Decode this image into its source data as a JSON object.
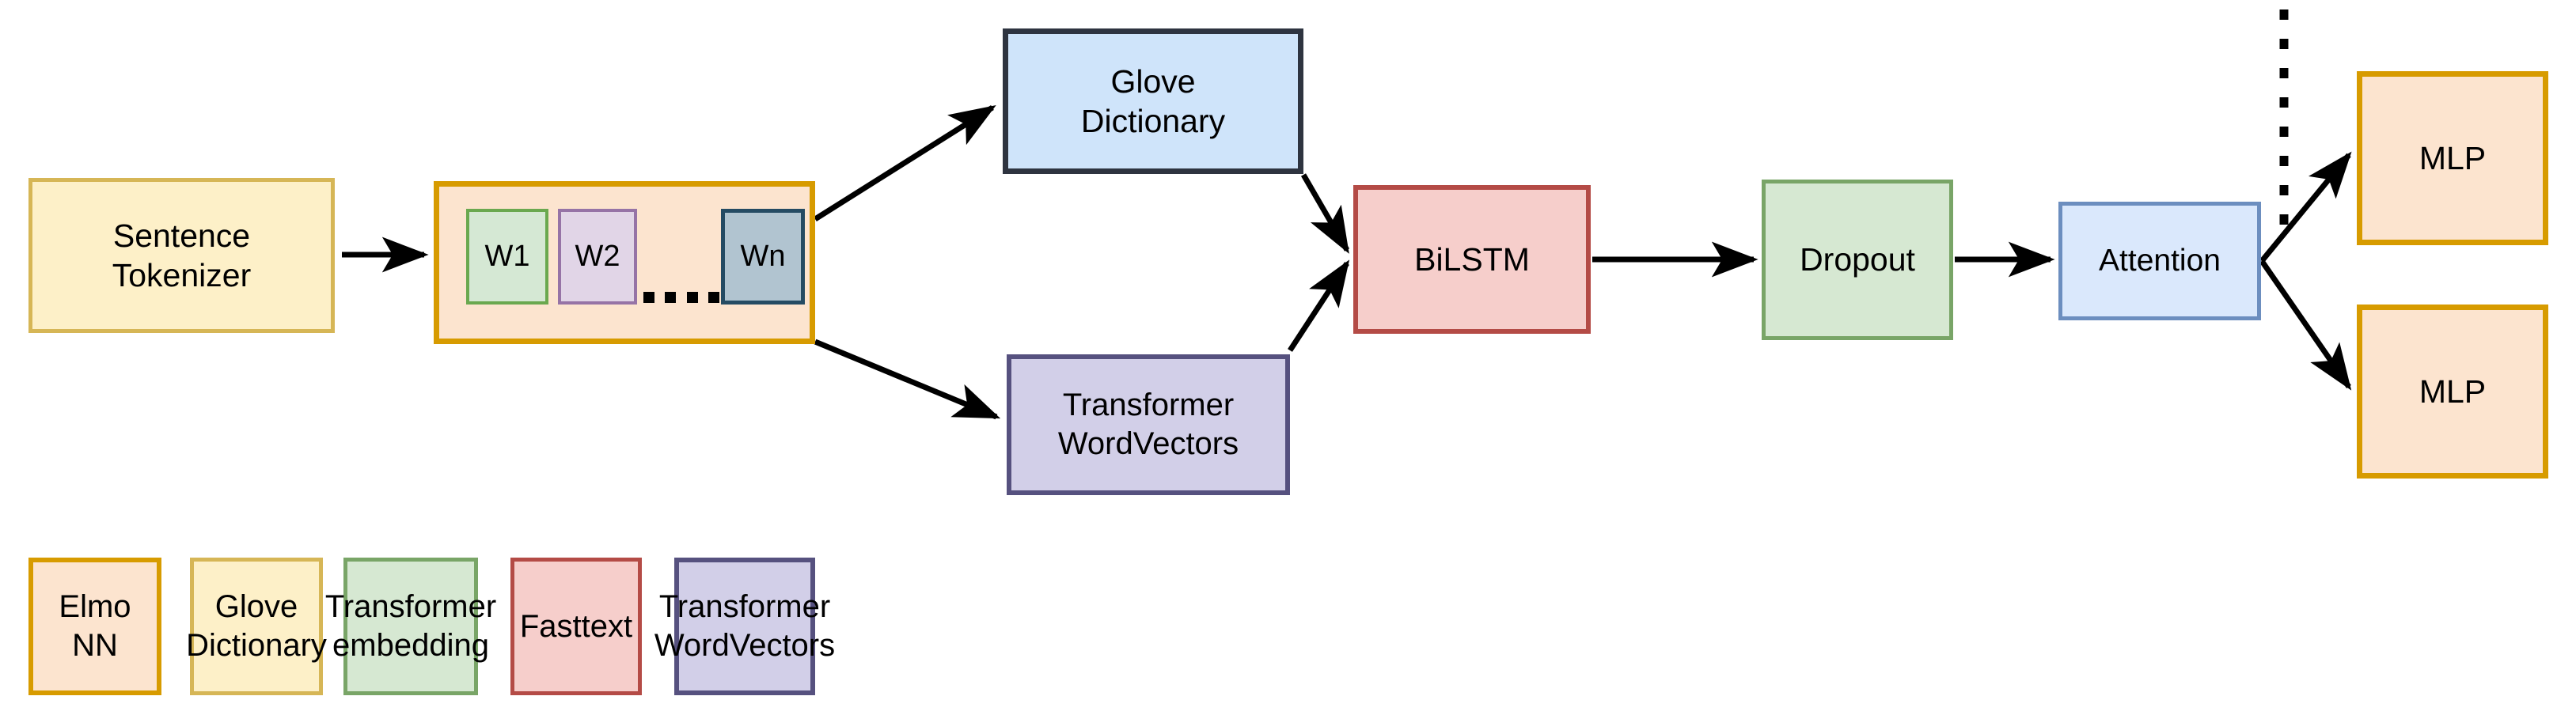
{
  "diagram": {
    "title": "NLP model architecture pipeline",
    "nodes": {
      "tokenizer": {
        "label": "Sentence\nTokenizer",
        "fill": "#fdf0c8",
        "stroke": "#d6b656"
      },
      "tokens": {
        "fill": "#fce4cf",
        "stroke": "#d79b00",
        "words": [
          {
            "label": "W1",
            "fill": "#d5e8d4",
            "stroke": "#6aa84f"
          },
          {
            "label": "W2",
            "fill": "#e1d5e7",
            "stroke": "#9673a6"
          },
          {
            "label": "Wn",
            "fill": "#b1c4d0",
            "stroke": "#254b63"
          }
        ],
        "ellipsis": "...."
      },
      "glove": {
        "label": "Glove\nDictionary",
        "fill": "#cfe4fa",
        "stroke": "#2e3440"
      },
      "transformer_wordvectors": {
        "label": "Transformer\nWordVectors",
        "fill": "#d2cfe8",
        "stroke": "#56517f"
      },
      "bilstm": {
        "label": "BiLSTM",
        "fill": "#f6cecb",
        "stroke": "#b44b46"
      },
      "dropout": {
        "label": "Dropout",
        "fill": "#d6e8d2",
        "stroke": "#79a567"
      },
      "attention": {
        "label": "Attention",
        "fill": "#dae8fc",
        "stroke": "#6c8ebf"
      },
      "mlp_top": {
        "label": "MLP",
        "fill": "#fce4cf",
        "stroke": "#d79b00"
      },
      "mlp_bottom": {
        "label": "MLP",
        "fill": "#fce4cf",
        "stroke": "#d79b00"
      }
    },
    "divider": {
      "style": "dotted",
      "color": "#000000"
    },
    "edges": [
      {
        "from": "tokenizer",
        "to": "tokens"
      },
      {
        "from": "tokens",
        "to": "glove"
      },
      {
        "from": "tokens",
        "to": "transformer_wordvectors"
      },
      {
        "from": "glove",
        "to": "bilstm"
      },
      {
        "from": "transformer_wordvectors",
        "to": "bilstm"
      },
      {
        "from": "bilstm",
        "to": "dropout"
      },
      {
        "from": "dropout",
        "to": "attention"
      },
      {
        "from": "attention",
        "to": "mlp_top"
      },
      {
        "from": "attention",
        "to": "mlp_bottom"
      }
    ]
  },
  "legend": {
    "items": [
      {
        "label": "Elmo NN",
        "fill": "#fce4cf",
        "stroke": "#d79b00"
      },
      {
        "label": "Glove\nDictionary",
        "fill": "#fdf0c8",
        "stroke": "#d6b656"
      },
      {
        "label": "Transformer\nembedding",
        "fill": "#d6e8d2",
        "stroke": "#79a567"
      },
      {
        "label": "Fasttext",
        "fill": "#f6cecb",
        "stroke": "#b44b46"
      },
      {
        "label": "Transformer\nWordVectors",
        "fill": "#d2cfe8",
        "stroke": "#56517f"
      }
    ]
  }
}
